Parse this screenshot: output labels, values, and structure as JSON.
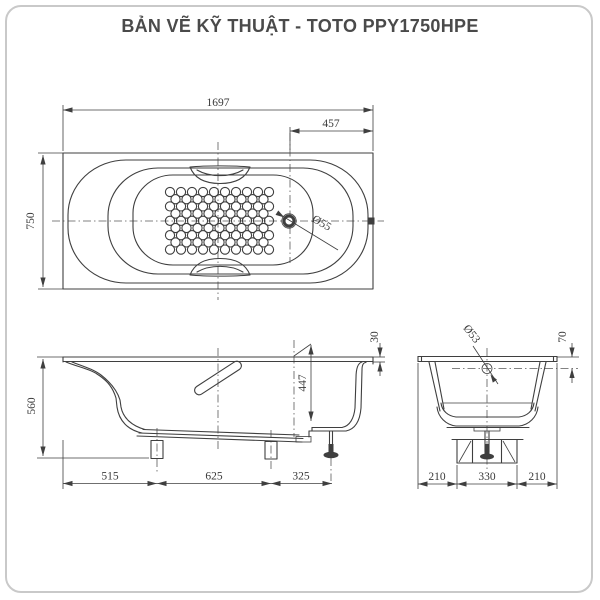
{
  "title": "BẢN VẼ KỸ THUẬT - TOTO PPY1750HPE",
  "colors": {
    "line": "#3f3f3f",
    "title_text": "#4a4a4a",
    "border": "#c9c9c9"
  },
  "views": {
    "top": {
      "length": "1697",
      "width": "750",
      "drain_offset": "457",
      "drain_diameter": "Ø55"
    },
    "side": {
      "height": "560",
      "inner_depth": "447",
      "rim_height": "30",
      "dim_left": "515",
      "dim_center": "625",
      "dim_right": "325"
    },
    "end": {
      "overflow_diameter": "Ø53",
      "overflow_offset": "70",
      "dim_left": "210",
      "dim_center": "330",
      "dim_right": "210"
    }
  }
}
